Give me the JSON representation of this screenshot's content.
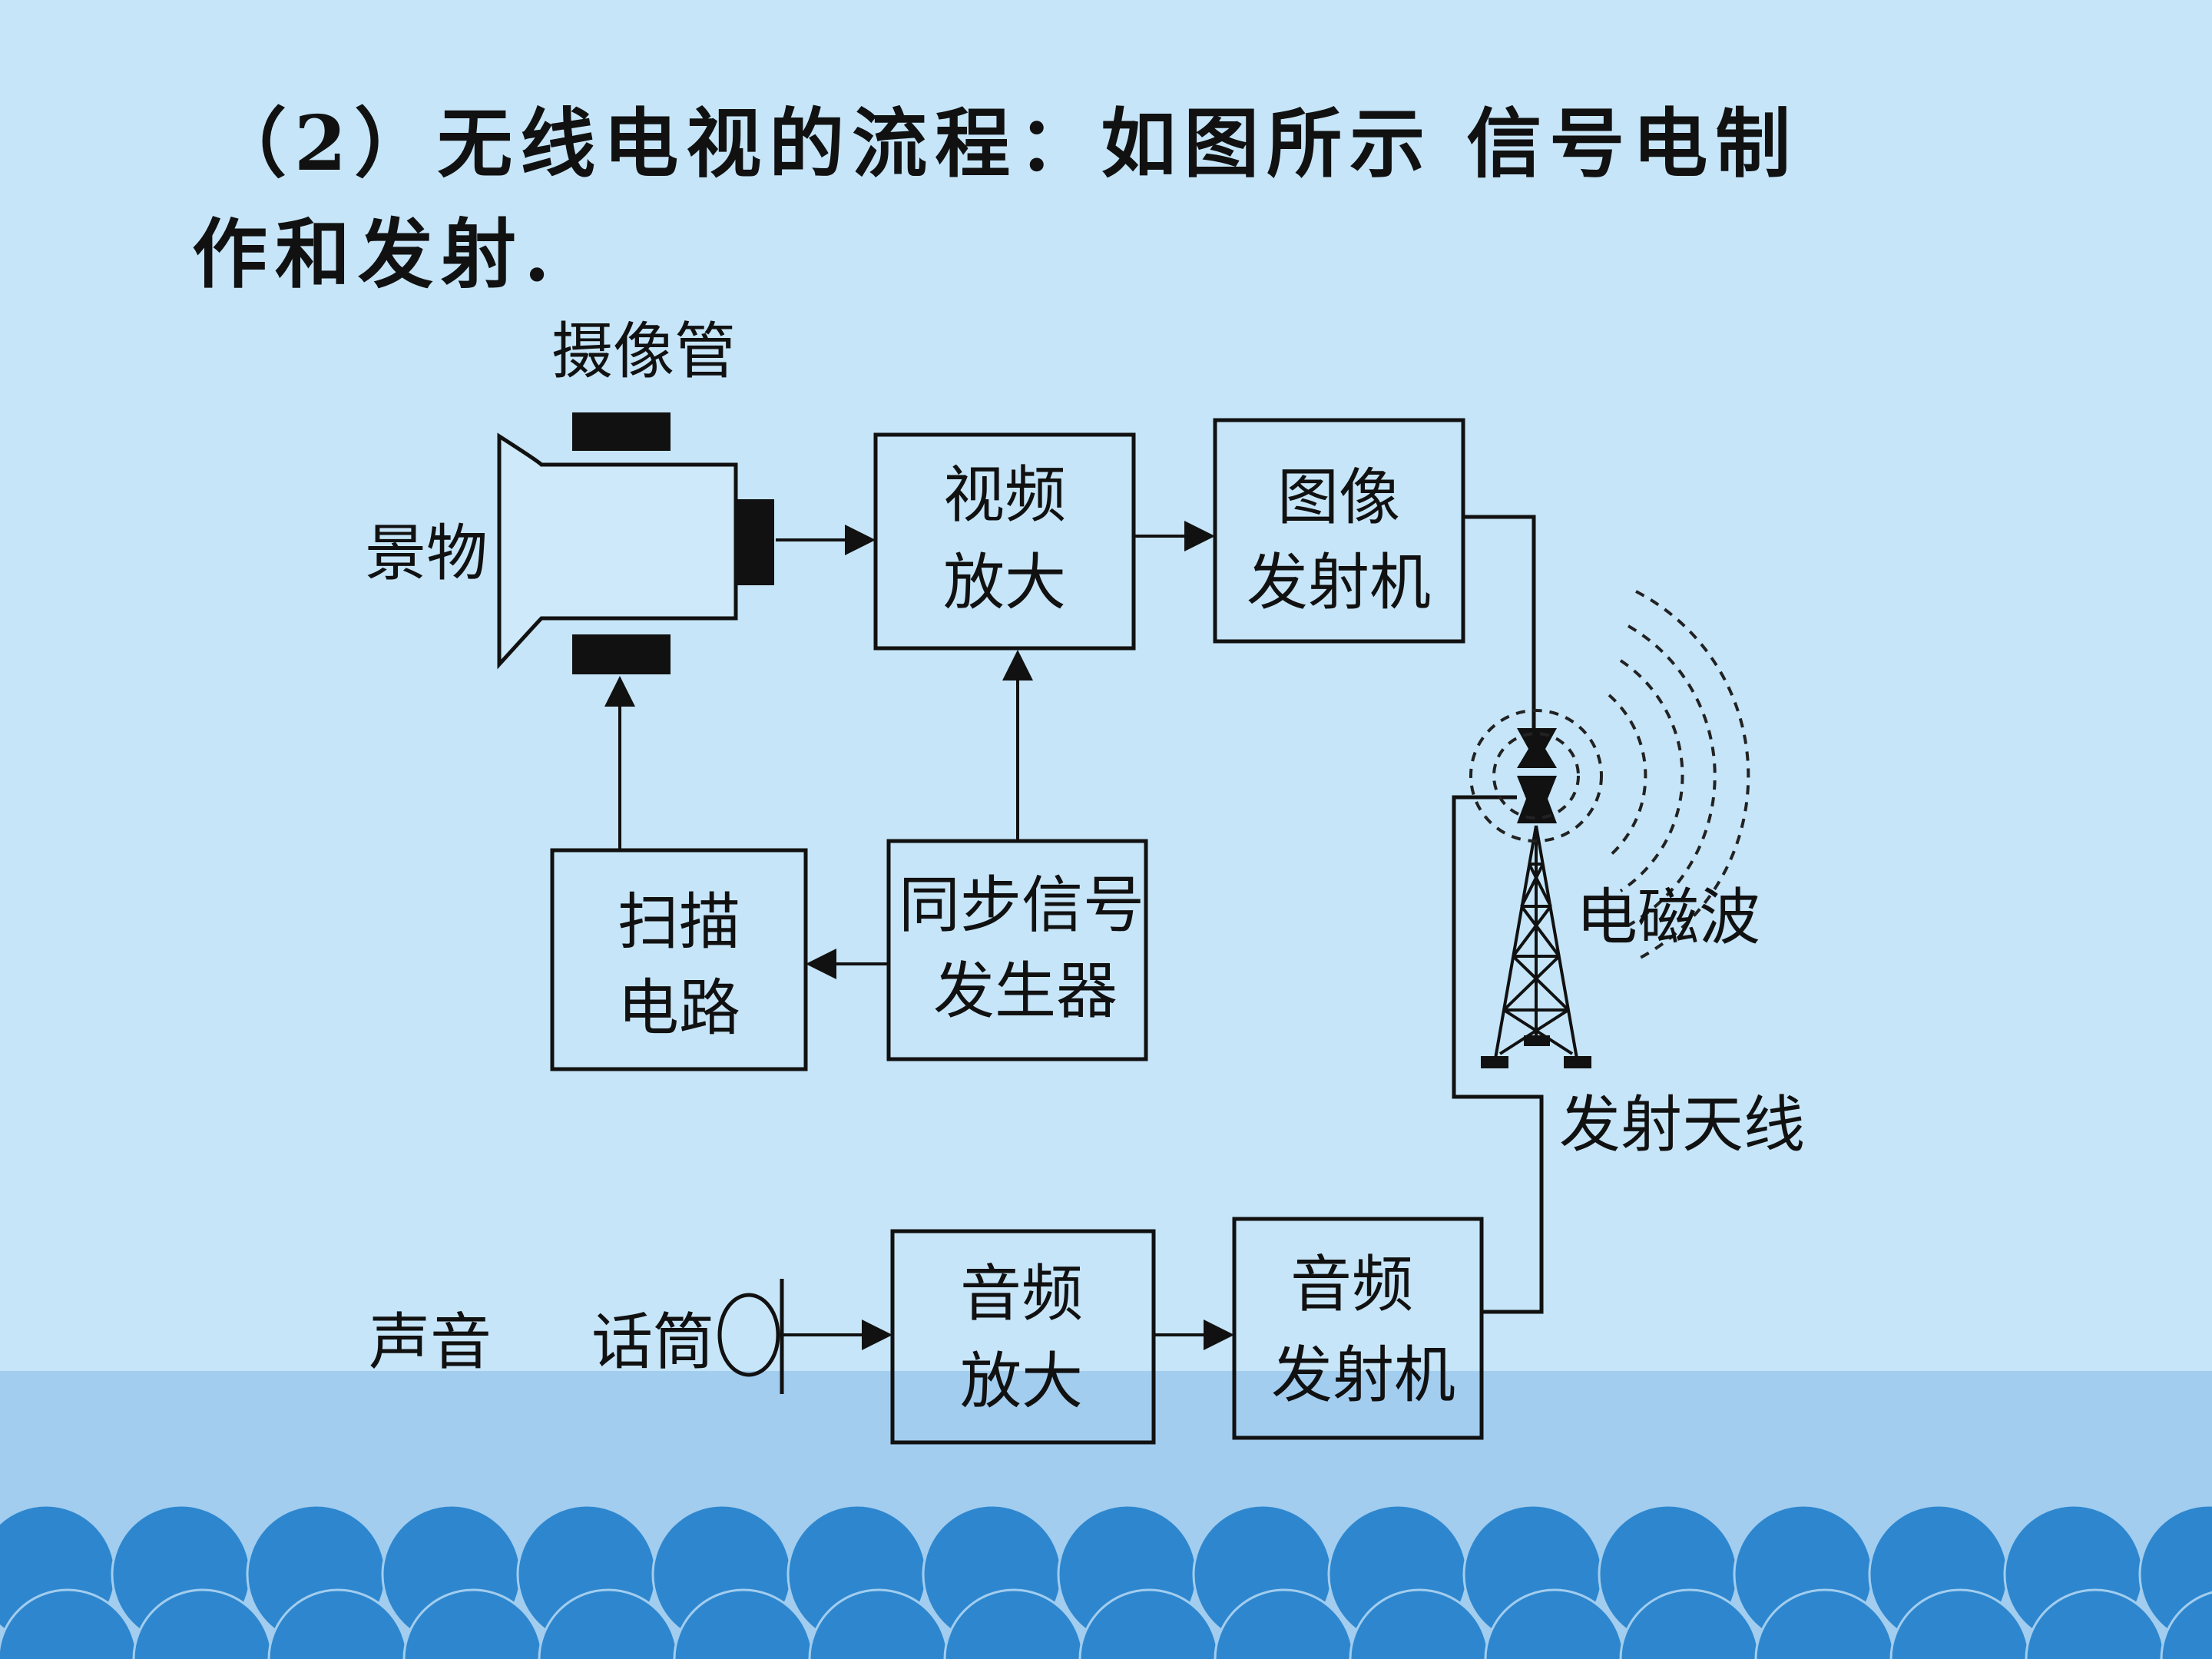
{
  "title": {
    "line1": "（2）无线电视的流程：如图所示 信号电制",
    "line2": "作和发射."
  },
  "diagram": {
    "labels": {
      "camera_tube": "摄像管",
      "scene": "景物",
      "sound": "声音",
      "microphone": "话筒",
      "em_wave": "电磁波",
      "antenna": "发射天线"
    },
    "blocks": {
      "video_amp": [
        "视频",
        "放大"
      ],
      "image_tx": [
        "图像",
        "发射机"
      ],
      "scan_circuit": [
        "扫描",
        "电路"
      ],
      "sync_gen": [
        "同步信号",
        "发生器"
      ],
      "audio_amp": [
        "音频",
        "放大"
      ],
      "audio_tx": [
        "音频",
        "发射机"
      ]
    }
  },
  "colors": {
    "background": "#c6e5f8",
    "floor": "#a2cdef",
    "waves": "#2e87ce",
    "ink": "#111111"
  }
}
